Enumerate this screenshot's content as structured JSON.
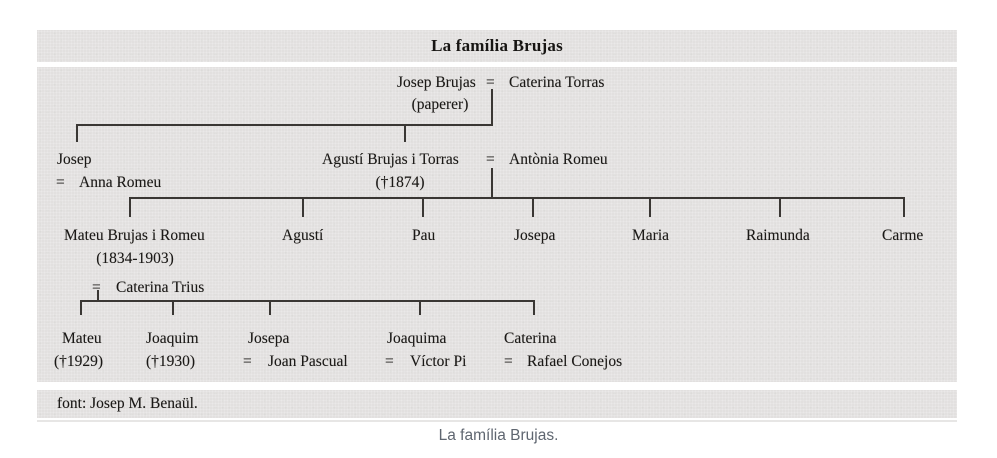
{
  "caption": "La família Brujas.",
  "scan": {
    "title": "La família Brujas",
    "source_note": "font: Josep M. Benaül.",
    "gen1": {
      "husband": "Josep Brujas",
      "husband_note": "(paperer)",
      "eq": "=",
      "wife": "Caterina Torras"
    },
    "gen2": {
      "josep": {
        "name": "Josep",
        "eq": "=",
        "spouse": "Anna Romeu"
      },
      "agusti": {
        "name": "Agustí Brujas i Torras",
        "note": "(†1874)",
        "eq": "=",
        "spouse": "Antònia Romeu"
      }
    },
    "gen3": {
      "mateu": {
        "name": "Mateu Brujas i Romeu",
        "note": "(1834-1903)",
        "eq": "=",
        "spouse": "Caterina Trius"
      },
      "siblings": [
        "Agustí",
        "Pau",
        "Josepa",
        "Maria",
        "Raimunda",
        "Carme"
      ]
    },
    "gen4": {
      "mateu": {
        "name": "Mateu",
        "note": "(†1929)"
      },
      "joaquim": {
        "name": "Joaquim",
        "note": "(†1930)"
      },
      "josepa": {
        "name": "Josepa",
        "eq": "=",
        "spouse": "Joan Pascual"
      },
      "joaquima": {
        "name": "Joaquima",
        "eq": "=",
        "spouse": "Víctor Pi"
      },
      "caterina": {
        "name": "Caterina",
        "eq": "=",
        "spouse": "Rafael Conejos"
      }
    }
  }
}
